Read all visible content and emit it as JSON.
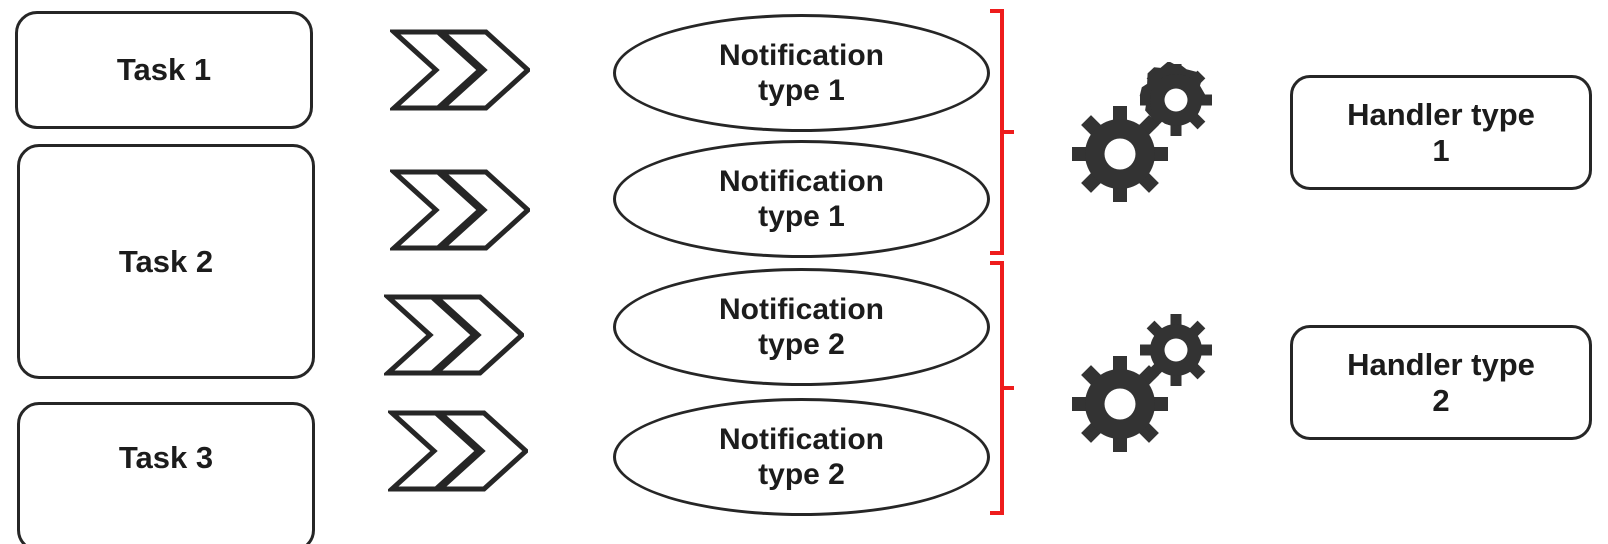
{
  "diagram": {
    "type": "flow",
    "title": "Task to notification to handler routing",
    "colors": {
      "stroke": "#262626",
      "text": "#1c1c1c",
      "bracket": "#ee1c1c",
      "gear": "#333333",
      "background": "#ffffff"
    },
    "tasks": [
      {
        "id": "task-1",
        "label": "Task 1"
      },
      {
        "id": "task-2",
        "label": "Task 2"
      },
      {
        "id": "task-3",
        "label": "Task 3"
      }
    ],
    "arrows": [
      {
        "id": "arrow-1",
        "icon": "double-chevron-right-icon"
      },
      {
        "id": "arrow-2",
        "icon": "double-chevron-right-icon"
      },
      {
        "id": "arrow-3",
        "icon": "double-chevron-right-icon"
      },
      {
        "id": "arrow-4",
        "icon": "double-chevron-right-icon"
      }
    ],
    "notifications": [
      {
        "id": "notification-1",
        "line1": "Notification",
        "line2": "type 1"
      },
      {
        "id": "notification-2",
        "line1": "Notification",
        "line2": "type 1"
      },
      {
        "id": "notification-3",
        "line1": "Notification",
        "line2": "type 2"
      },
      {
        "id": "notification-4",
        "line1": "Notification",
        "line2": "type 2"
      }
    ],
    "brackets": [
      {
        "id": "bracket-group-1",
        "groups": "notification-1,notification-2"
      },
      {
        "id": "bracket-group-2",
        "groups": "notification-3,notification-4"
      }
    ],
    "gears": [
      {
        "id": "gears-1",
        "icon": "gears-icon"
      },
      {
        "id": "gears-2",
        "icon": "gears-icon"
      }
    ],
    "handlers": [
      {
        "id": "handler-1",
        "line1": "Handler type",
        "line2": "1"
      },
      {
        "id": "handler-2",
        "line1": "Handler type",
        "line2": "2"
      }
    ]
  }
}
